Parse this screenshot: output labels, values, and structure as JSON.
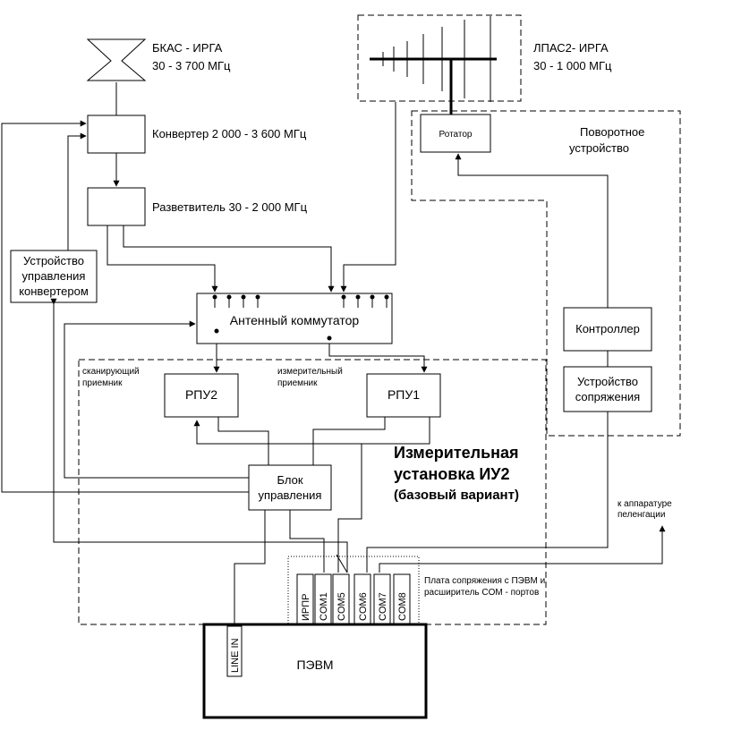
{
  "antenna1": {
    "name": "БКАС - ИРГА",
    "range": "30 - 3 700 МГц"
  },
  "antenna2": {
    "name": "ЛПАС2- ИРГА",
    "range": "30 - 1 000 МГц"
  },
  "converter": "Конвертер 2 000 - 3 600 МГц",
  "splitter": "Разветвитель 30 - 2 000 МГц",
  "converter_ctrl": [
    "Устройство",
    "управления",
    "конвертером"
  ],
  "rotator": "Ротатор",
  "rotary_device": [
    "Поворотное",
    "устройство"
  ],
  "controller": "Контроллер",
  "interface_device": [
    "Устройство",
    "сопряжения"
  ],
  "antenna_switch": "Антенный коммутатор",
  "scan_receiver": [
    "сканирующий",
    "приемник"
  ],
  "meas_receiver": [
    "измерительный",
    "приемник"
  ],
  "rpu2": "РПУ2",
  "rpu1": "РПУ1",
  "control_unit": [
    "Блок",
    "управления"
  ],
  "installation": [
    "Измерительная",
    "установка ИУ2",
    "(базовый вариант)"
  ],
  "df_equipment": [
    "к аппаратуре",
    "пеленгации"
  ],
  "board": [
    "Плата сопряжения с ПЭВМ и",
    "расширитель COM - портов"
  ],
  "ports": [
    "ИРПР",
    "COM1",
    "COM5",
    "COM6",
    "COM7",
    "COM8"
  ],
  "line_in": "LINE IN",
  "pc": "ПЭВМ"
}
